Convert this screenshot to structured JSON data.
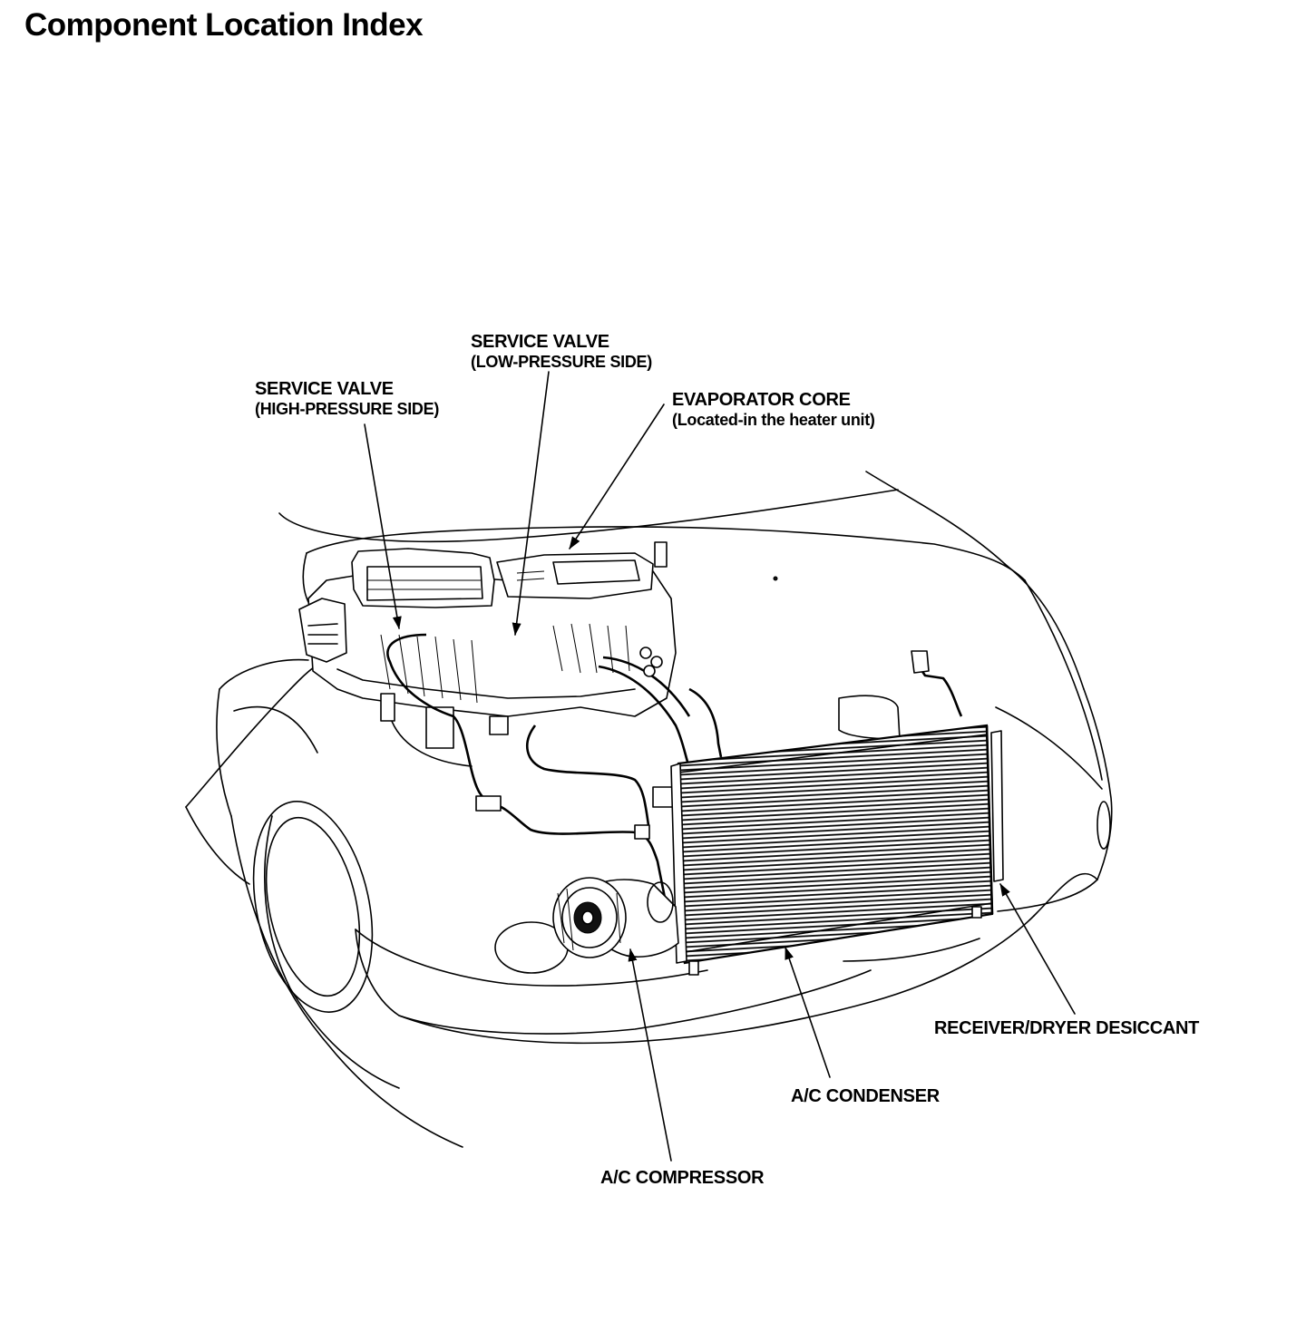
{
  "title": "Component Location Index",
  "callouts": {
    "service_valve_high": {
      "line1": "SERVICE VALVE",
      "line2": "(HIGH-PRESSURE SIDE)"
    },
    "service_valve_low": {
      "line1": "SERVICE VALVE",
      "line2": "(LOW-PRESSURE SIDE)"
    },
    "evaporator_core": {
      "line1": "EVAPORATOR CORE",
      "line2": "(Located-in the heater unit)"
    },
    "receiver_dryer": {
      "line1": "RECEIVER/DRYER DESICCANT"
    },
    "condenser": {
      "line1": "A/C CONDENSER"
    },
    "compressor": {
      "line1": "A/C COMPRESSOR"
    }
  }
}
